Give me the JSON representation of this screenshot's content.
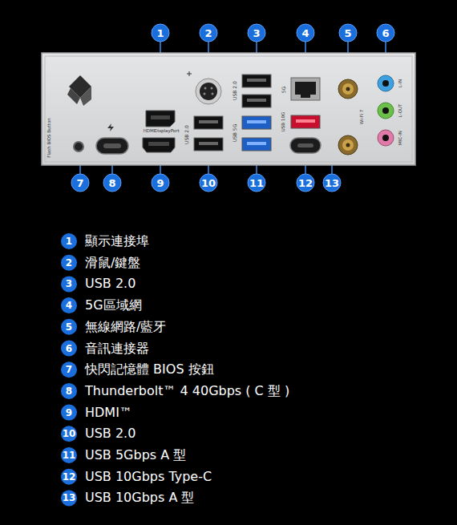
{
  "diagram": {
    "labels": [
      "1",
      "2",
      "3",
      "4",
      "5",
      "6",
      "7",
      "8",
      "9",
      "10",
      "11",
      "12",
      "13",
      "1",
      "2",
      "3",
      "4",
      "5",
      "6",
      "7",
      "8",
      "9",
      "10",
      "11",
      "12",
      "13",
      "顯示連接埠",
      "滑鼠/鍵盤",
      "USB 2.0",
      "5G區域網",
      "無線網路/藍牙",
      "音訊連接器",
      "快閃記憶體 BIOS 按鈕",
      "Thunderbolt™ 4 40Gbps ( C 型 )",
      "HDMI™",
      "USB 2.0",
      "USB 5Gbps A 型",
      "USB 10Gbps Type-C",
      "USB 10Gbps A 型",
      "Flash BIOS Button",
      "HDMI",
      "DisplayPort",
      "USB 2.0",
      "USB 2.0",
      "USB 5G",
      "USB 10G",
      "5G",
      "Wi-Fi 7",
      "L-IN",
      "L-OUT",
      "MIC-IN"
    ]
  }
}
